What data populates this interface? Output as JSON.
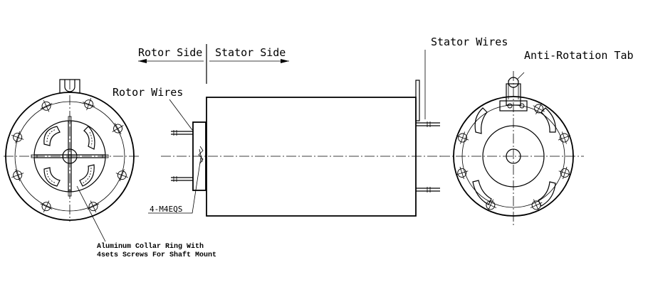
{
  "labels": {
    "rotor_side": "Rotor Side",
    "stator_side": "Stator Side",
    "rotor_wires": "Rotor Wires",
    "stator_wires": "Stator Wires",
    "anti_rotation_tab": "Anti-Rotation Tab",
    "screw_spec": "4-M4EQS",
    "collar_note_line1": "Aluminum Collar Ring With",
    "collar_note_line2": "4sets Screws For Shaft Mount"
  }
}
